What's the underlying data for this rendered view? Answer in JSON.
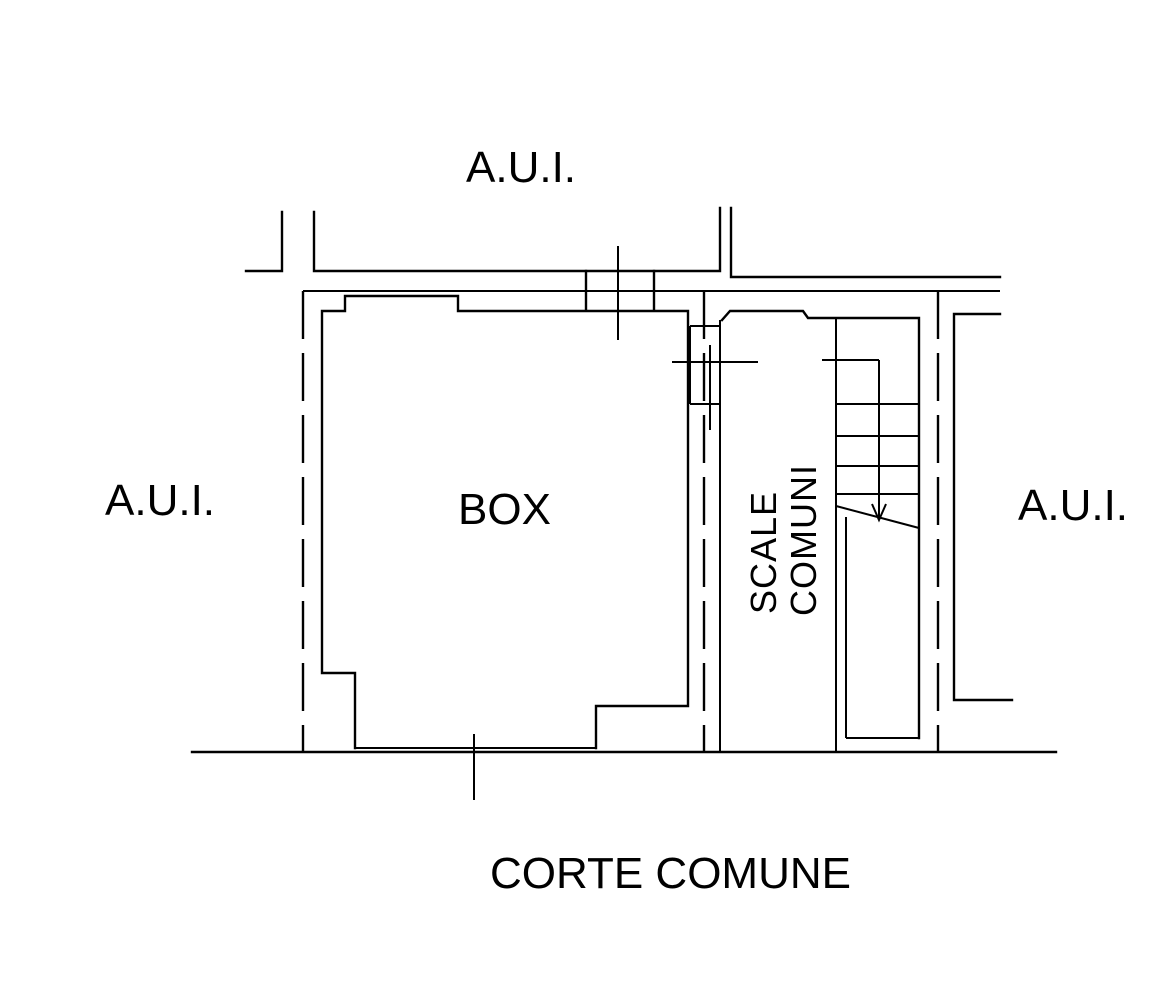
{
  "labels": {
    "aui_top": "A.U.I.",
    "aui_left": "A.U.I.",
    "aui_right": "A.U.I.",
    "box": "BOX",
    "scale_line1": "SCALE",
    "scale_line2": "COMUNI",
    "courtyard": "CORTE COMUNE"
  }
}
